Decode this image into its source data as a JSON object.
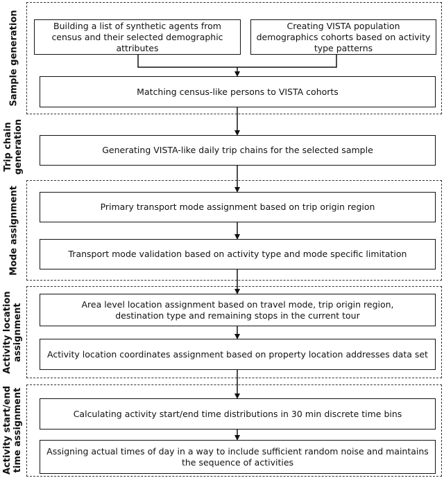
{
  "stages": [
    {
      "id": "sample",
      "label": "Sample generation"
    },
    {
      "id": "trip",
      "label": "Trip chain generation"
    },
    {
      "id": "mode",
      "label": "Mode assignment"
    },
    {
      "id": "location",
      "label": "Activity location assignment"
    },
    {
      "id": "time",
      "label": "Activity start/end time assignment"
    }
  ],
  "boxes": {
    "census": "Building a list of synthetic agents from census and their selected demographic attributes",
    "vista": "Creating VISTA population demographics cohorts based on activity type patterns",
    "matching": "Matching census-like persons to VISTA cohorts",
    "tripchains": "Generating VISTA-like daily trip chains for the selected sample",
    "primarymode": "Primary transport mode assignment based on trip origin region",
    "modevalidation": "Transport mode validation based on activity type and mode specific limitation",
    "arealevel": "Area level location assignment based on travel mode, trip origin region, destination type and remaining stops in the current tour",
    "coordinates": "Activity location coordinates assignment based on property location addresses data set",
    "timedist": "Calculating activity start/end time distributions in 30 min discrete time bins",
    "actualtimes": "Assigning actual times of day in a way to include sufficient random noise and maintains the sequence of activities"
  }
}
